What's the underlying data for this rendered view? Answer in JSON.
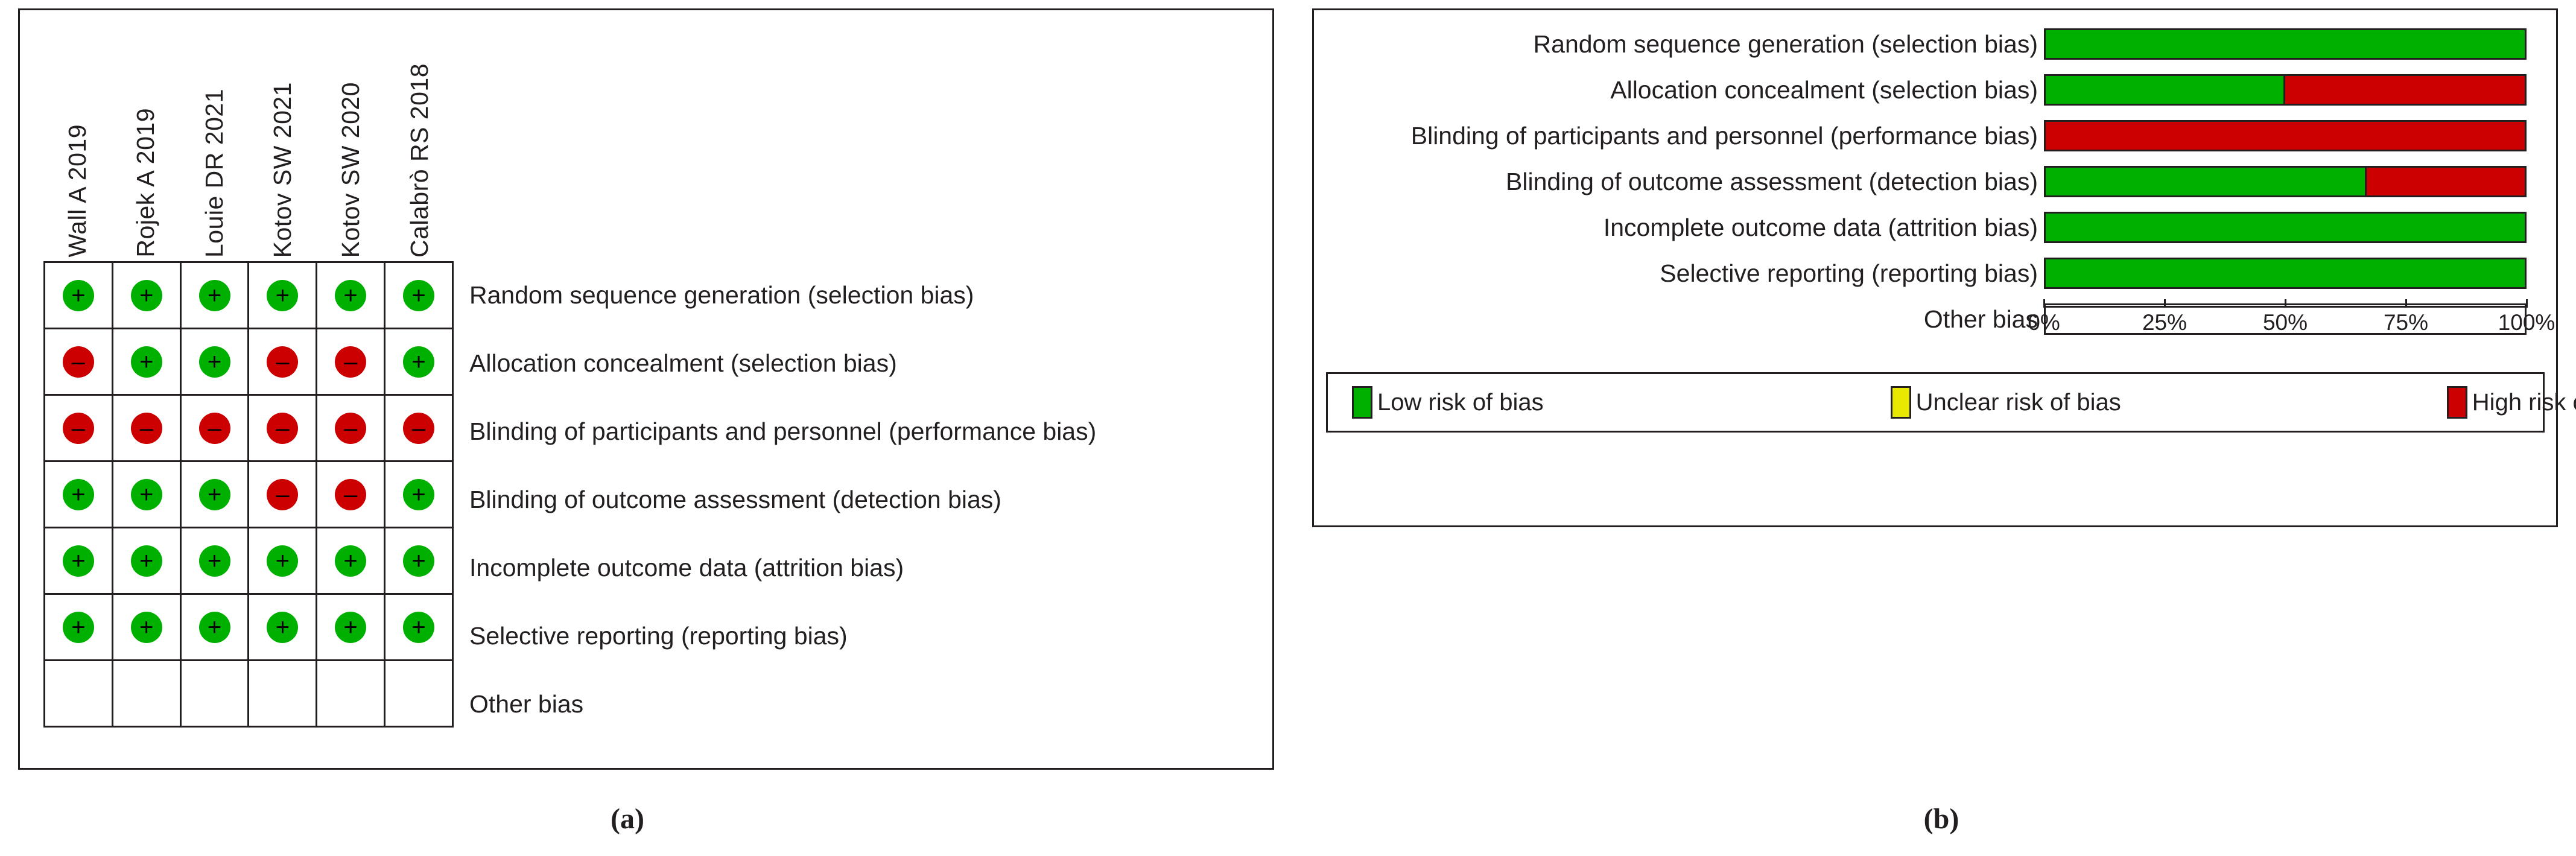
{
  "figure": {
    "caption_a": "(a)",
    "caption_b": "(b)"
  },
  "colors": {
    "low_risk": "#00b000",
    "unclear_risk": "#e8e800",
    "high_risk": "#cc0000",
    "ink": "#231f20"
  },
  "panel_a": {
    "studies": [
      "Wall A 2019",
      "Rojek A 2019",
      "Louie DR 2021",
      "Kotov SW 2021",
      "Kotov SW 2020",
      "Calabrò RS 2018"
    ],
    "domains": [
      "Random sequence generation (selection bias)",
      "Allocation concealment (selection bias)",
      "Blinding of participants and personnel (performance bias)",
      "Blinding of outcome assessment (detection bias)",
      "Incomplete outcome data (attrition bias)",
      "Selective reporting (reporting bias)",
      "Other bias"
    ],
    "symbols": {
      "low": "+",
      "high": "–",
      "unclear": "?",
      "none": ""
    },
    "judgements": [
      [
        "low",
        "low",
        "low",
        "low",
        "low",
        "low"
      ],
      [
        "high",
        "low",
        "low",
        "high",
        "high",
        "low"
      ],
      [
        "high",
        "high",
        "high",
        "high",
        "high",
        "high"
      ],
      [
        "low",
        "low",
        "low",
        "high",
        "high",
        "low"
      ],
      [
        "low",
        "low",
        "low",
        "low",
        "low",
        "low"
      ],
      [
        "low",
        "low",
        "low",
        "low",
        "low",
        "low"
      ],
      [
        "none",
        "none",
        "none",
        "none",
        "none",
        "none"
      ]
    ]
  },
  "panel_b": {
    "legend": [
      {
        "key": "low",
        "label": "Low risk of bias"
      },
      {
        "key": "unclear",
        "label": "Unclear risk of bias"
      },
      {
        "key": "high",
        "label": "High risk of bias"
      }
    ],
    "axis": {
      "ticks": [
        "0%",
        "25%",
        "50%",
        "75%",
        "100%"
      ],
      "tick_values": [
        0,
        25,
        50,
        75,
        100
      ],
      "min": 0,
      "max": 100
    }
  },
  "chart_data": {
    "type": "bar",
    "title": "",
    "subtitle": "",
    "xlabel": "",
    "ylabel": "",
    "orientation": "horizontal",
    "stacked": true,
    "grid": false,
    "legend_position": "bottom",
    "xlim": [
      0,
      100
    ],
    "xticks": [
      0,
      25,
      50,
      75,
      100
    ],
    "xticklabels": [
      "0%",
      "25%",
      "50%",
      "75%",
      "100%"
    ],
    "categories": [
      "Random sequence generation (selection bias)",
      "Allocation concealment (selection bias)",
      "Blinding of participants and personnel (performance bias)",
      "Blinding of outcome assessment (detection bias)",
      "Incomplete outcome data (attrition bias)",
      "Selective reporting (reporting bias)",
      "Other bias"
    ],
    "series": [
      {
        "name": "Low risk of bias",
        "key": "low",
        "color": "#00b000",
        "values": [
          100,
          50,
          0,
          67,
          100,
          100,
          0
        ]
      },
      {
        "name": "Unclear risk of bias",
        "key": "unclear",
        "color": "#e8e800",
        "values": [
          0,
          0,
          0,
          0,
          0,
          0,
          0
        ]
      },
      {
        "name": "High risk of bias",
        "key": "high",
        "color": "#cc0000",
        "values": [
          0,
          50,
          100,
          33,
          0,
          0,
          0
        ]
      }
    ]
  }
}
